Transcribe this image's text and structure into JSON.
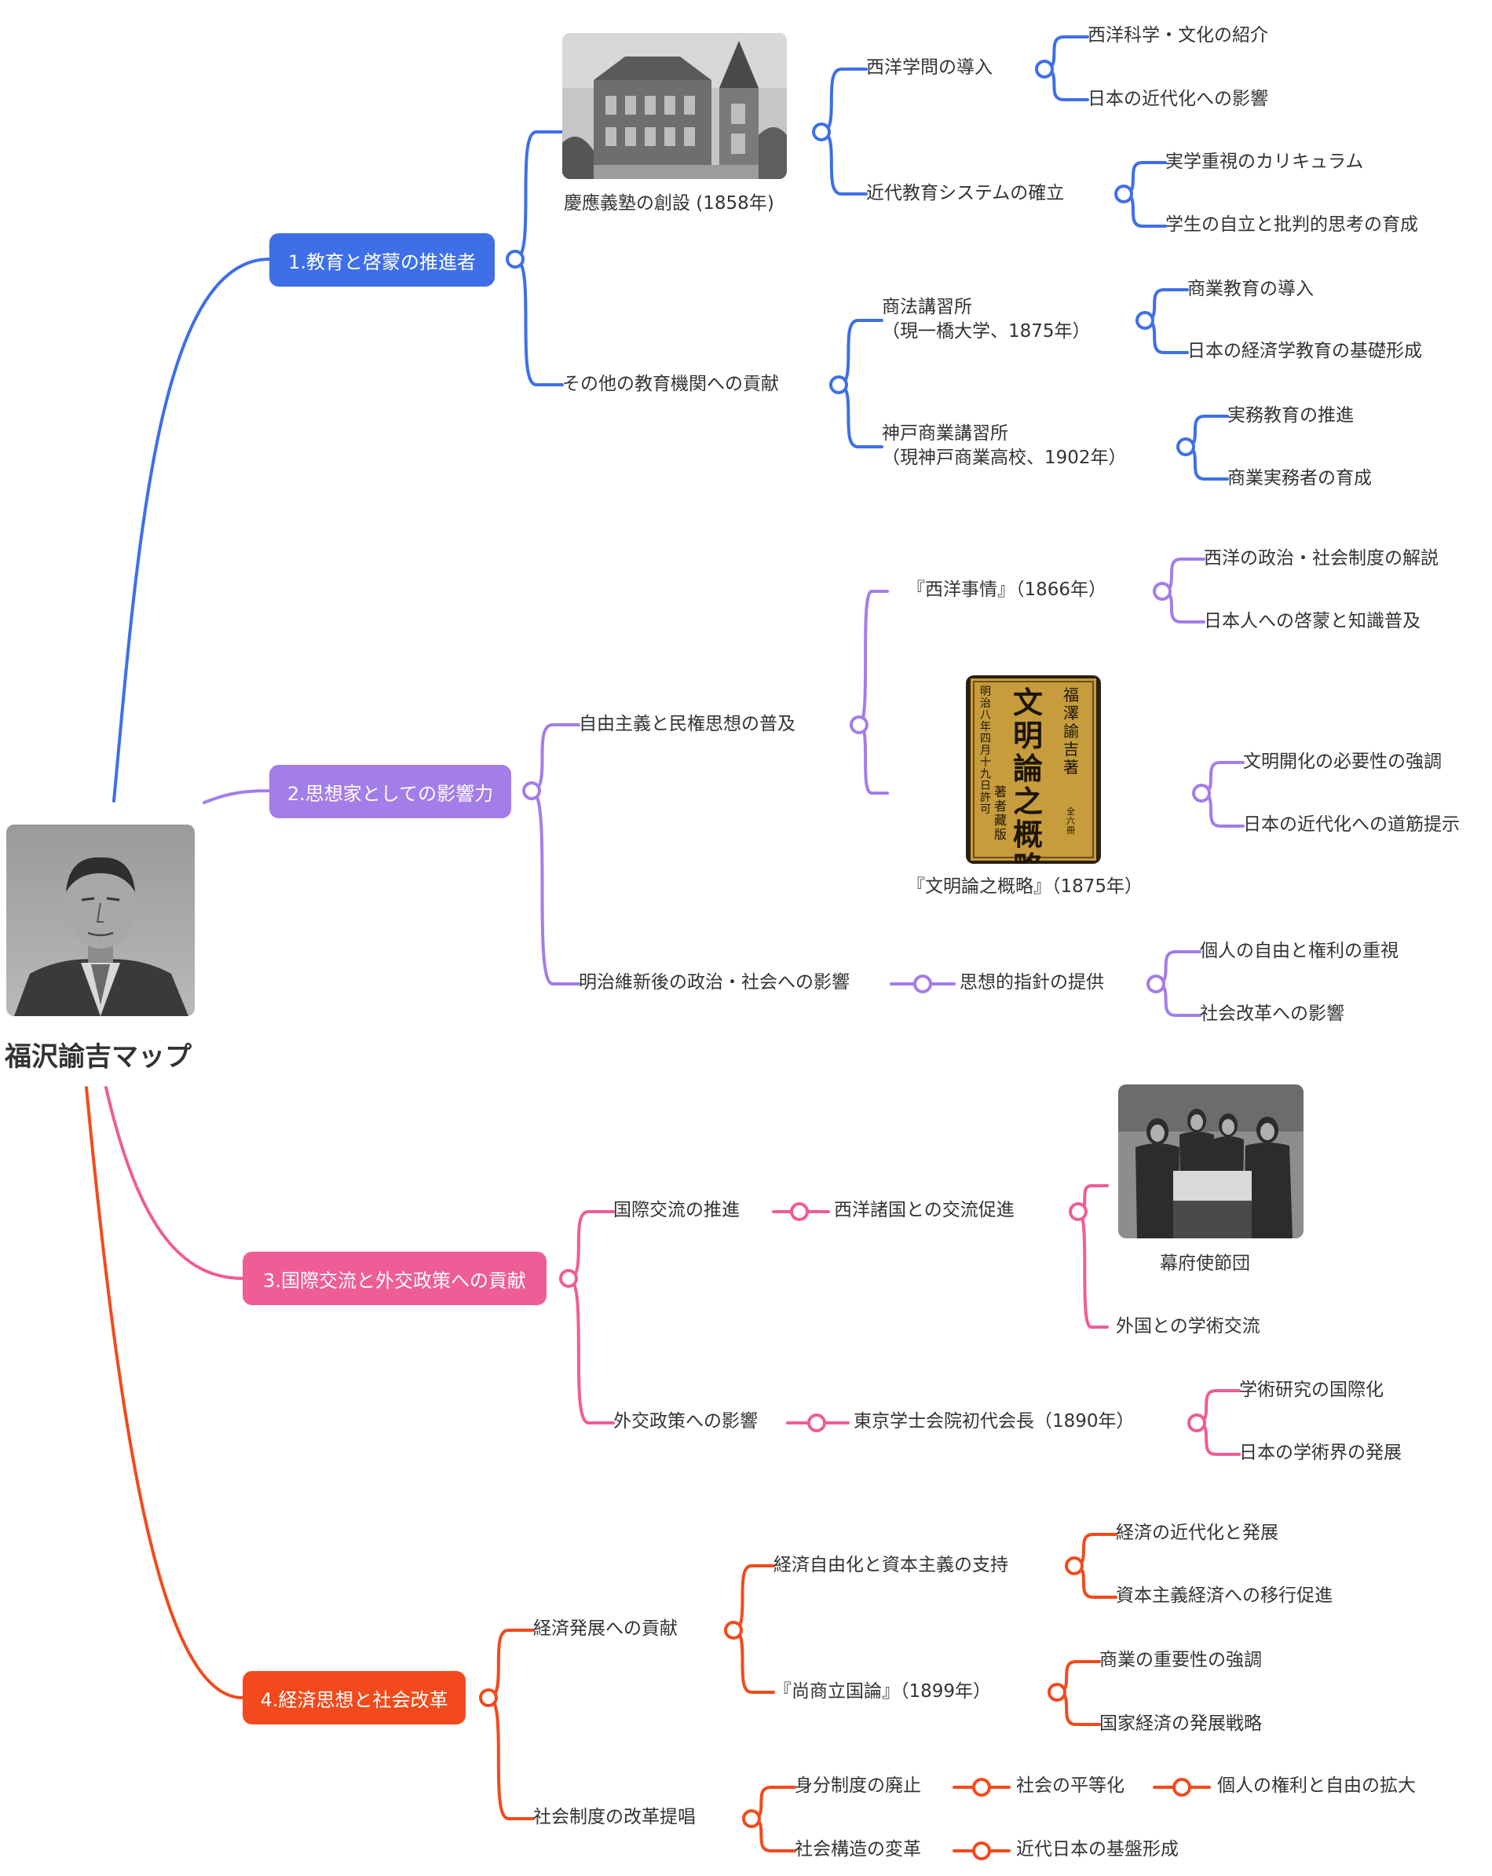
{
  "root": {
    "title": "福沢諭吉マップ"
  },
  "colors": {
    "blue": "#3e6fe8",
    "purple": "#a37de8",
    "pink": "#ee5d96",
    "red": "#f24a1c"
  },
  "branches": [
    {
      "label": "1.教育と啓蒙の推進者"
    },
    {
      "label": "2.思想家としての影響力"
    },
    {
      "label": "3.国際交流と外交政策への貢献"
    },
    {
      "label": "4.経済思想と社会改革"
    }
  ],
  "b1": {
    "keio": "慶應義塾の創設 (1858年)",
    "western": "西洋学問の導入",
    "western_1": "西洋科学・文化の紹介",
    "western_2": "日本の近代化への影響",
    "modern": "近代教育システムの確立",
    "modern_1": "実学重視のカリキュラム",
    "modern_2": "学生の自立と批判的思考の育成",
    "others": "その他の教育機関への貢献",
    "shoho": "商法講習所\n（現一橋大学、1875年）",
    "shoho_1": "商業教育の導入",
    "shoho_2": "日本の経済学教育の基礎形成",
    "kobe": "神戸商業講習所\n（現神戸商業高校、1902年）",
    "kobe_1": "実務教育の推進",
    "kobe_2": "商業実務者の育成"
  },
  "b2": {
    "liberal": "自由主義と民権思想の普及",
    "seiyo": "『西洋事情』（1866年）",
    "seiyo_1": "西洋の政治・社会制度の解説",
    "seiyo_2": "日本人への啓蒙と知識普及",
    "bunmei": "『文明論之概略』（1875年）",
    "bunmei_1": "文明開化の必要性の強調",
    "bunmei_2": "日本の近代化への道筋提示",
    "meiji": "明治維新後の政治・社会への影響",
    "shiso": "思想的指針の提供",
    "shiso_1": "個人の自由と権利の重視",
    "shiso_2": "社会改革への影響"
  },
  "b3": {
    "intl": "国際交流の推進",
    "west": "西洋諸国との交流促進",
    "mission": "幕府使節団",
    "academic": "外国との学術交流",
    "diplo": "外交政策への影響",
    "tokyo": "東京学士会院初代会長（1890年）",
    "tokyo_1": "学術研究の国際化",
    "tokyo_2": "日本の学術界の発展"
  },
  "b4": {
    "econ": "経済発展への貢献",
    "libcap": "経済自由化と資本主義の支持",
    "libcap_1": "経済の近代化と発展",
    "libcap_2": "資本主義経済への移行促進",
    "shosho": "『尚商立国論』（1899年）",
    "shosho_1": "商業の重要性の強調",
    "shosho_2": "国家経済の発展戦略",
    "reform": "社会制度の改革提唱",
    "mibun": "身分制度の廃止",
    "byodo": "社会の平等化",
    "kenri": "個人の権利と自由の拡大",
    "kozo": "社会構造の変革",
    "kiban": "近代日本の基盤形成"
  },
  "images": {
    "portrait": "portrait-photo",
    "keio_building": "building-photo",
    "book_cover": "book-cover-image",
    "mission_photo": "group-photo",
    "book_title": "文明論之概略",
    "book_author": "福澤諭吉 著",
    "book_side": "明治八年四月十九日 許可",
    "book_pub": "著者藏版",
    "book_vol": "全 六冊"
  }
}
